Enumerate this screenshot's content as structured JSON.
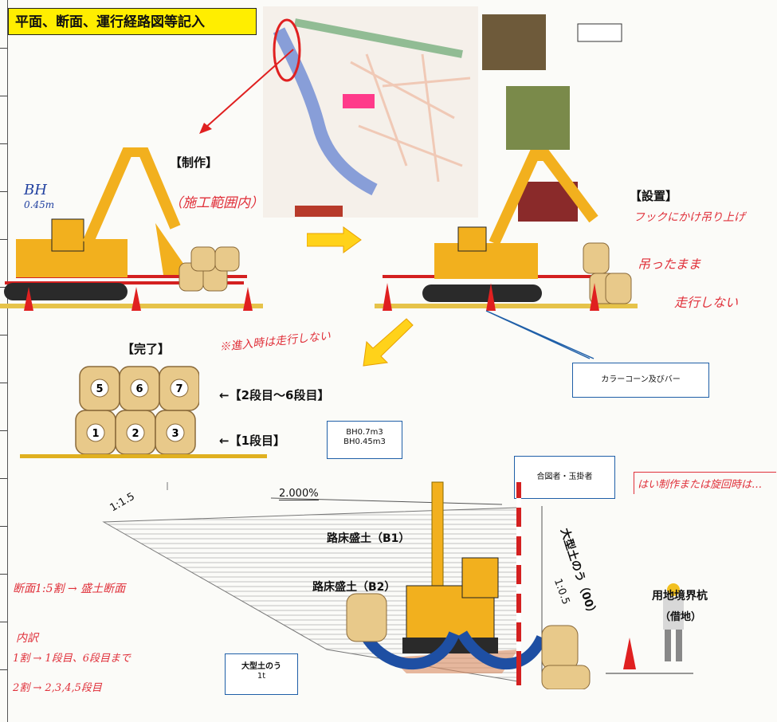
{
  "title": "平面、断面、運行経路図等記入",
  "labels": {
    "seisaku": "【制作】",
    "secchi": "【設置】",
    "kanryo": "【完了】",
    "dan2_6": "←【2段目～6段目】",
    "dan1": "←【1段目】"
  },
  "bag_numbers": [
    "5",
    "6",
    "7",
    "1",
    "2",
    "3"
  ],
  "callouts": {
    "cone": "カラーコーン及びバー",
    "bh_line1": "BH0.7m3",
    "bh_line2": "BH0.45m3",
    "signal": "合図者・玉掛者",
    "bag1t_line1": "大型土のう",
    "bag1t_line2": "1t"
  },
  "section": {
    "slope_left": "1:1.5",
    "gradient": "2.000%",
    "rosho_b1": "路床盛土（B1）",
    "rosho_b2": "路床盛土（B2）",
    "slope_right": "1:0.5",
    "bag_vertical": "大型土のう（00）",
    "boundary": "用地境界杭",
    "shakuchi": "（借地）"
  },
  "handwriting": {
    "bh_note1": "BH",
    "bh_note2": "0.45m",
    "seisaku_note": "（施工範囲内）",
    "secchi_note1": "フックにかけ吊り上げ",
    "secchi_note2": "吊ったまま",
    "secchi_note3": "走行しない",
    "note_center": "※進入時は走行しない",
    "left1": "断面1:5割 → 盛土断面",
    "left2": "内訳",
    "left3": "1割 → 1段目、6段目まで",
    "left4": "2割 → 2,3,4,5段目",
    "right_box": "はい制作または旋回時は…"
  },
  "colors": {
    "title_bg": "#ffee00",
    "excavator": "#f2b01e",
    "bag": "#e8c98a",
    "callout_border": "#1f5fa8",
    "handwriting_red": "#e0303a",
    "arrow_blue": "#1e4fa3",
    "arrow_yellow": "#ffd21a"
  }
}
